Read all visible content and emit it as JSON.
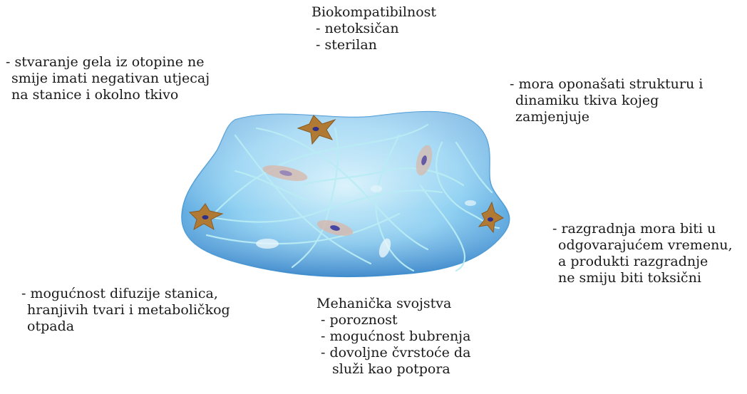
{
  "biocompatibility": {
    "title": "Biokompatibilnost",
    "items": [
      "- netoksičan",
      "- sterilan"
    ]
  },
  "gel_formation": {
    "lines": [
      "- stvaranje gela iz otopine ne",
      "smije imati negativan utjecaj",
      "na stanice i okolno tkivo"
    ]
  },
  "structure": {
    "lines": [
      "- mora oponašati strukturu i",
      "dinamiku tkiva kojeg",
      "zamjenjuje"
    ]
  },
  "degradation": {
    "lines": [
      "- razgradnja mora biti u",
      "odgovarajućem vremenu,",
      "a produkti razgradnje",
      "ne smiju biti toksični"
    ]
  },
  "diffusion": {
    "lines": [
      "- mogućnost difuzije stanica,",
      "hranjivih tvari i metaboličkog",
      "otpada"
    ]
  },
  "mechanical": {
    "title": "Mehanička svojstva",
    "items": [
      "- poroznost",
      "- mogućnost bubrenja",
      "- dovoljne čvrstoće da"
    ],
    "continuation": "služi kao potpora"
  },
  "colors": {
    "gel_fill": "#7fc7ee",
    "gel_edge": "#3b8fd0",
    "fiber": "#b9ecf4",
    "cell": "#b07a35",
    "nucleus": "#2f2f8a",
    "pale_cell": "#d9b6a8"
  }
}
